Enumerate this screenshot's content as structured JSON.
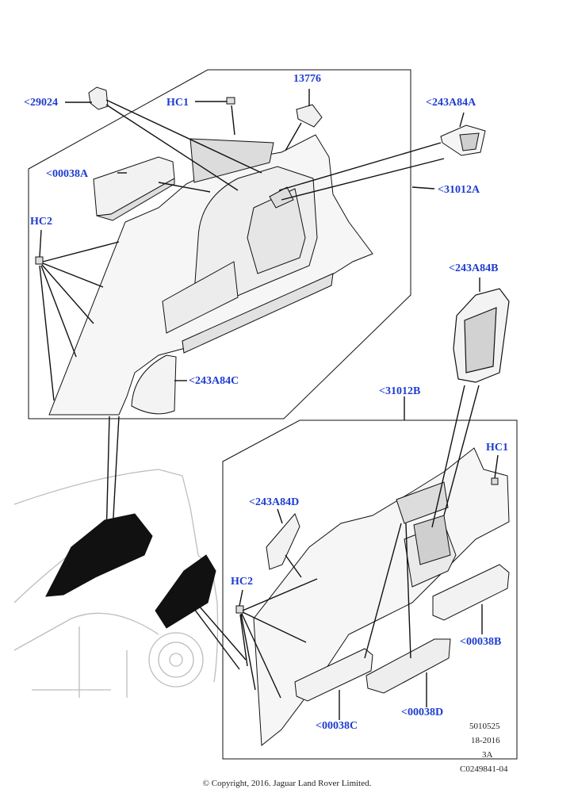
{
  "labels": {
    "l29024": "<29024",
    "hc1_top": "HC1",
    "n13776": "13776",
    "a243A84A": "<243A84A",
    "a00038A": "<00038A",
    "a31012A": "<31012A",
    "hc2_top": "HC2",
    "a243A84B": "<243A84B",
    "a243A84C": "<243A84C",
    "a31012B": "<31012B",
    "hc1_bottom": "HC1",
    "a243A84D": "<243A84D",
    "hc2_bottom": "HC2",
    "a00038B": "<00038B",
    "a00038C": "<00038C",
    "a00038D": "<00038D"
  },
  "meta": {
    "line1": "5010525",
    "line2": "18-2016",
    "line3": "3A",
    "line4": "C0249841-04"
  },
  "copyright": "© Copyright, 2016. Jaguar Land Rover Limited.",
  "colors": {
    "label": "#1e3cd0",
    "line": "#111111",
    "part_fill": "#f4f4f4",
    "car_line": "#bdbdbd",
    "trim_black": "#111111"
  }
}
